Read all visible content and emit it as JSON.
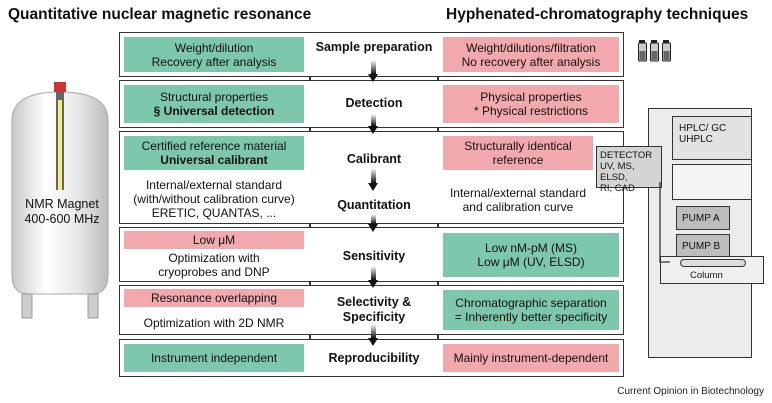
{
  "headings": {
    "left": "Quantitative nuclear magnetic resonance",
    "right": "Hyphenated-chromatography techniques"
  },
  "magnet": {
    "line1": "NMR Magnet",
    "line2": "400-600 MHz"
  },
  "rows": [
    {
      "label": "Sample preparation",
      "left": [
        "Weight/dilution",
        "Recovery after analysis"
      ],
      "right": [
        "Weight/dilutions/filtration",
        "No recovery after analysis"
      ]
    },
    {
      "label": "Detection",
      "left": [
        "Structural properties",
        "§ Universal detection"
      ],
      "right": [
        "Physical properties",
        "* Physical restrictions"
      ]
    },
    {
      "label_a": "Calibrant",
      "label_b": "Quantitation",
      "left_a": [
        "Certified reference material",
        "Universal calibrant"
      ],
      "left_b": [
        "Internal/external standard",
        "(with/without calibration curve)",
        "ERETIC, QUANTAS, ..."
      ],
      "right_a": [
        "Structurally identical",
        "reference"
      ],
      "right_b": [
        "Internal/external standard",
        "and calibration curve"
      ]
    },
    {
      "label": "Sensitivity",
      "left_a": "Low μM",
      "left_b": [
        "Optimization with",
        "cryoprobes and DNP"
      ],
      "right": [
        "Low nM-pM (MS)",
        "Low μM (UV, ELSD)"
      ]
    },
    {
      "label": [
        "Selectivity &",
        "Specificity"
      ],
      "left_a": "Resonance overlapping",
      "left_b": "Optimization with 2D NMR",
      "right": [
        "Chromatographic separation",
        "= Inherently better specificity"
      ]
    },
    {
      "label": "Reproducibility",
      "left": "Instrument independent",
      "right": "Mainly instrument-dependent"
    }
  ],
  "instrument": {
    "detector": [
      "DETECTOR",
      "UV, MS, ELSD,",
      "RI, CAD"
    ],
    "hplc": [
      "HPLC/ GC",
      "UHPLC"
    ],
    "pump_a": "PUMP A",
    "pump_b": "PUMP B",
    "column": "Column"
  },
  "credit": "Current Opinion in Biotechnology",
  "colors": {
    "green": "#7dc7ad",
    "pink": "#f2a9ae"
  }
}
